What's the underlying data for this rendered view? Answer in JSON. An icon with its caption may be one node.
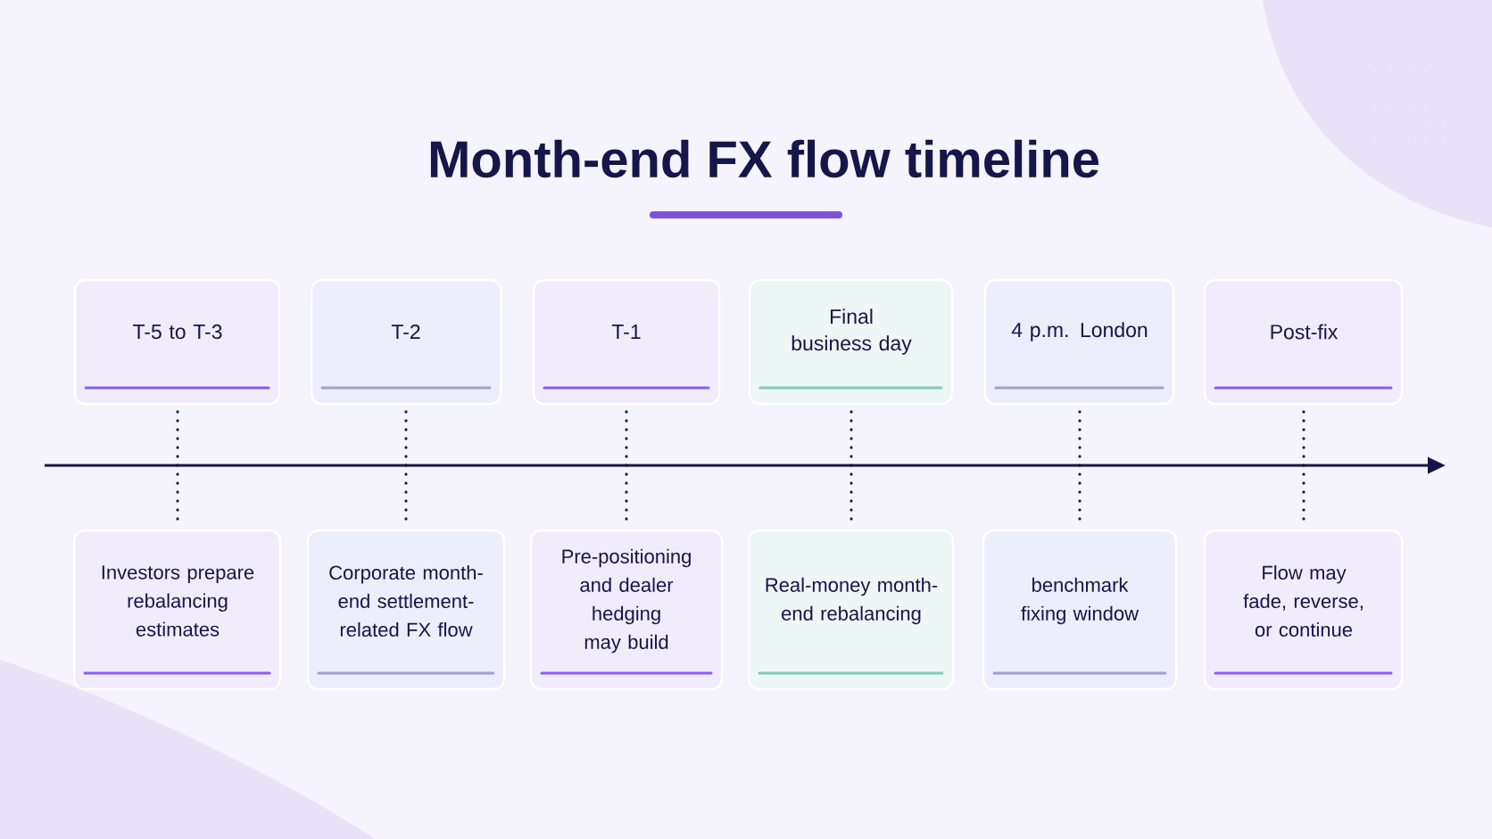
{
  "diagram": {
    "title": "Month-end FX flow timeline",
    "nodes": [
      {
        "text": [
          "T-5 to T-3"
        ]
      },
      {
        "text": [
          "T-2"
        ]
      },
      {
        "text": [
          "T-1"
        ]
      },
      {
        "text": [
          "Final business day"
        ]
      },
      {
        "text": [
          "4 p.m. London"
        ]
      },
      {
        "text": [
          "Post-fix"
        ]
      },
      {
        "text": [
          "Investors prepare rebalancing estimates"
        ]
      },
      {
        "text": [
          "Corporate month-end settlement-related FX flow"
        ]
      },
      {
        "text": [
          "Pre-positioning and dealer hedging may build"
        ]
      },
      {
        "text": [
          "Real-money month-end rebalancing"
        ]
      },
      {
        "text": [
          "benchmark fixing window"
        ]
      },
      {
        "text": [
          "Flow may fade, reverse, or continue"
        ]
      }
    ],
    "edges": [
      {
        "from": 0,
        "to": 6,
        "arrow": "none",
        "style": "dashed"
      },
      {
        "from": 1,
        "to": 7,
        "arrow": "none",
        "style": "dashed"
      },
      {
        "from": 2,
        "to": 8,
        "arrow": "none",
        "style": "dashed"
      },
      {
        "from": 3,
        "to": 9,
        "arrow": "none",
        "style": "dashed"
      },
      {
        "from": 4,
        "to": 10,
        "arrow": "none",
        "style": "dashed"
      },
      {
        "from": 5,
        "to": 11,
        "arrow": "none",
        "style": "dashed"
      }
    ]
  }
}
